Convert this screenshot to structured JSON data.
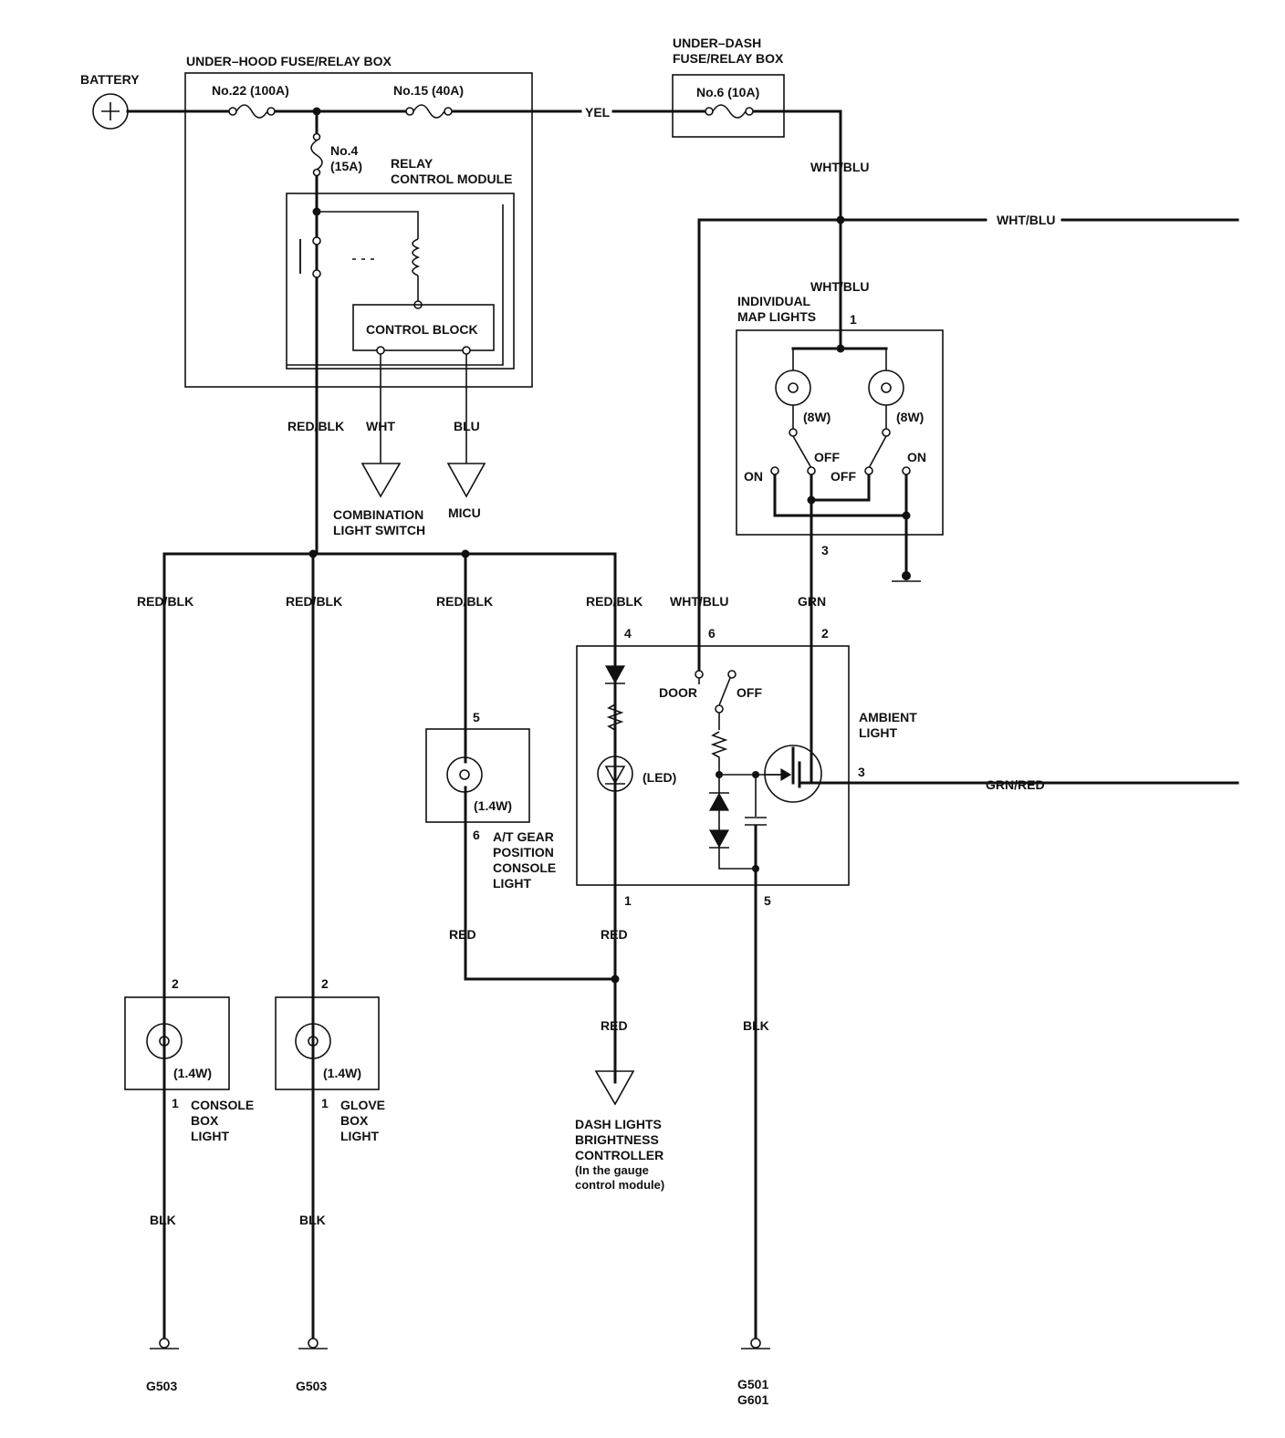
{
  "labels": {
    "battery": "BATTERY",
    "under_hood_box": "UNDER–HOOD FUSE/RELAY BOX",
    "fuse_22": "No.22 (100A)",
    "fuse_15": "No.15 (40A)",
    "fuse_4_name": "No.4",
    "fuse_4_rating": "(15A)",
    "relay_control_module_1": "RELAY",
    "relay_control_module_2": "CONTROL MODULE",
    "control_block": "CONTROL BLOCK",
    "under_dash_box_1": "UNDER–DASH",
    "under_dash_box_2": "FUSE/RELAY BOX",
    "fuse_6": "No.6 (10A)",
    "combination_light_switch_1": "COMBINATION",
    "combination_light_switch_2": "LIGHT SWITCH",
    "micu": "MICU",
    "map_lights_1": "INDIVIDUAL",
    "map_lights_2": "MAP LIGHTS",
    "map_bulb_left": "(8W)",
    "map_bulb_right": "(8W)",
    "switch_on_left": "ON",
    "switch_off_left": "OFF",
    "switch_off_right": "OFF",
    "switch_on_right": "ON",
    "door": "DOOR",
    "off": "OFF",
    "led": "(LED)",
    "ambient_light_1": "AMBIENT",
    "ambient_light_2": "LIGHT",
    "at_gear_bulb": "(1.4W)",
    "at_gear_1": "A/T GEAR",
    "at_gear_2": "POSITION",
    "at_gear_3": "CONSOLE",
    "at_gear_4": "LIGHT",
    "console_bulb": "(1.4W)",
    "console_1": "CONSOLE",
    "console_2": "BOX",
    "console_3": "LIGHT",
    "glove_bulb": "(1.4W)",
    "glove_1": "GLOVE",
    "glove_2": "BOX",
    "glove_3": "LIGHT",
    "dash_ctrl_1": "DASH LIGHTS",
    "dash_ctrl_2": "BRIGHTNESS",
    "dash_ctrl_3": "CONTROLLER",
    "dash_ctrl_4": "(In the gauge",
    "dash_ctrl_5": "control module)",
    "ground_console": "G503",
    "ground_glove": "G503",
    "ground_ambient_1": "G501",
    "ground_ambient_2": "G601"
  },
  "wires": {
    "yel": "YEL",
    "wht_blu_top": "WHT/BLU",
    "wht_blu_right": "WHT/BLU",
    "wht_blu_map": "WHT/BLU",
    "red_blk_main": "RED/BLK",
    "wht": "WHT",
    "blu": "BLU",
    "red_blk_1": "RED/BLK",
    "red_blk_2": "RED/BLK",
    "red_blk_3": "RED/BLK",
    "red_blk_4": "RED/BLK",
    "wht_blu_door": "WHT/BLU",
    "grn": "GRN",
    "grn_red": "GRN/RED",
    "red_at": "RED",
    "red_led": "RED",
    "red_dash": "RED",
    "blk_ambient": "BLK",
    "blk_console": "BLK",
    "blk_glove": "BLK"
  },
  "pins": {
    "map_in": "1",
    "map_out": "3",
    "amb_4": "4",
    "amb_6": "6",
    "amb_2": "2",
    "amb_3": "3",
    "amb_1": "1",
    "amb_5": "5",
    "at_5": "5",
    "at_6": "6",
    "console_2": "2",
    "console_1": "1",
    "glove_2": "2",
    "glove_1": "1"
  }
}
